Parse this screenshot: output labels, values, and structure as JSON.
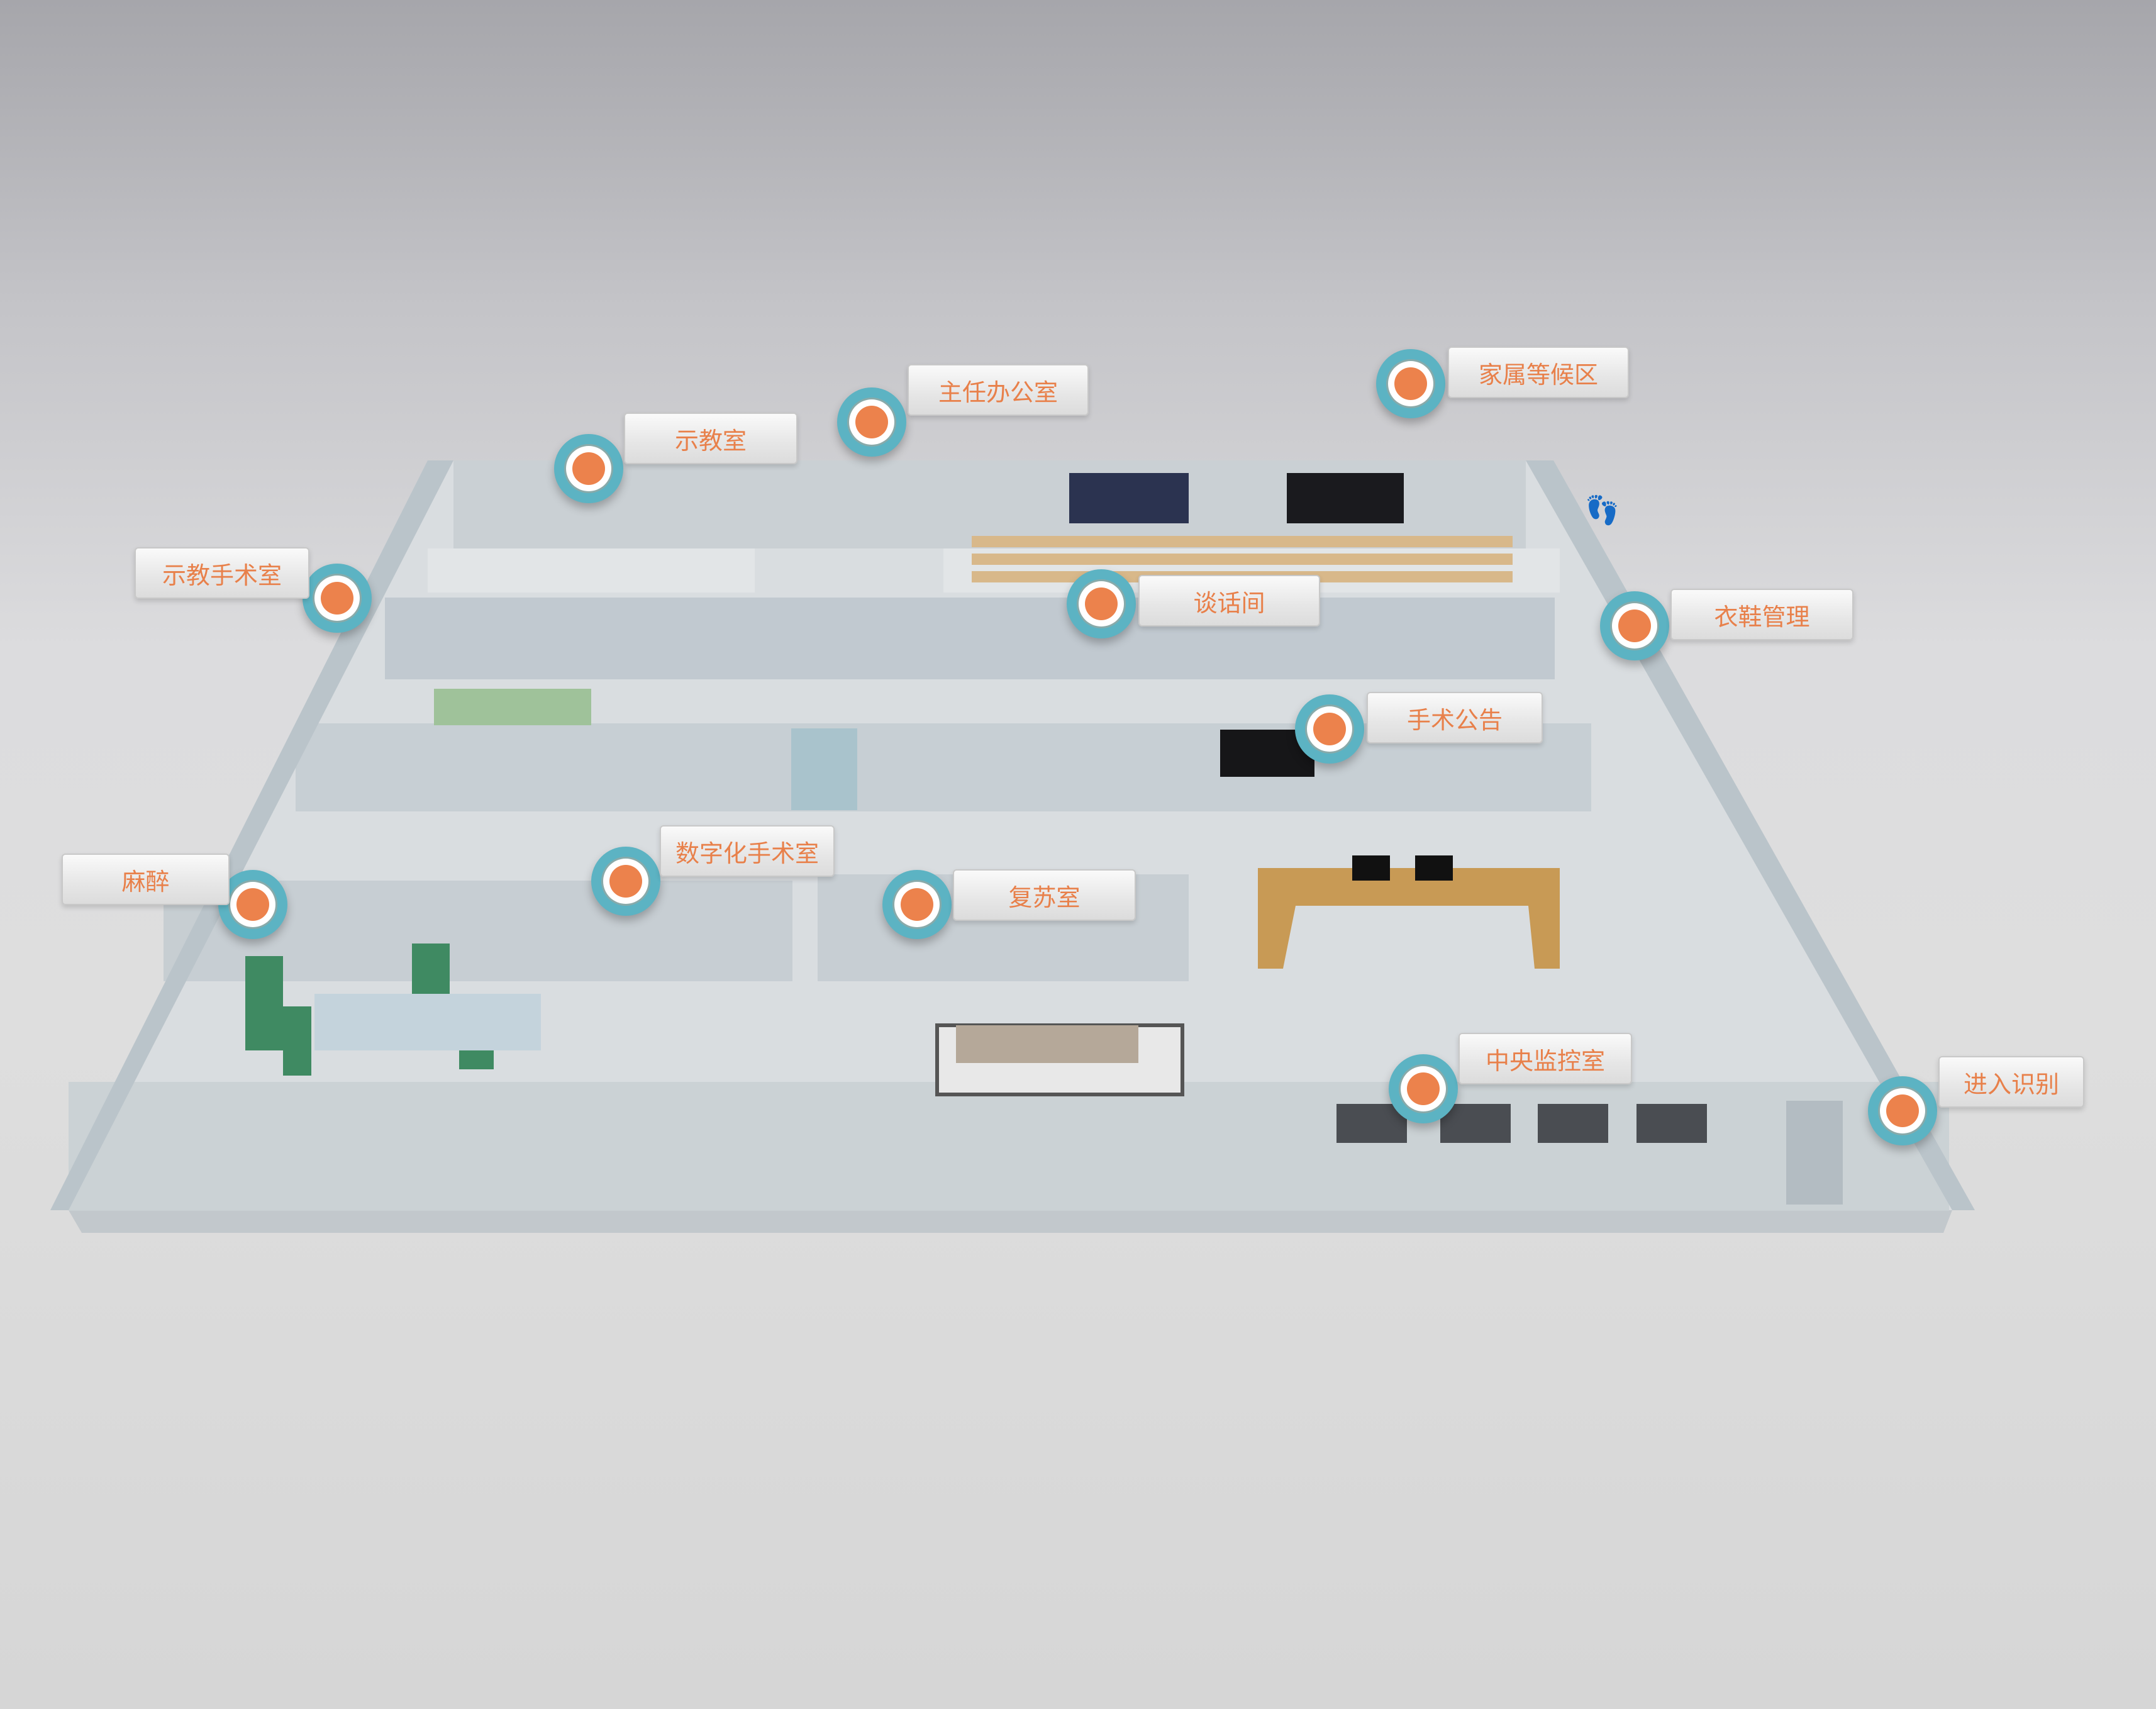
{
  "hotspots": [
    {
      "id": "demo-or",
      "label": "示教手术室"
    },
    {
      "id": "teaching-room",
      "label": "示教室"
    },
    {
      "id": "director-office",
      "label": "主任办公室"
    },
    {
      "id": "family-waiting",
      "label": "家属等候区"
    },
    {
      "id": "talk-room",
      "label": "谈话间"
    },
    {
      "id": "clothes-shoes",
      "label": "衣鞋管理"
    },
    {
      "id": "surgery-notice",
      "label": "手术公告"
    },
    {
      "id": "anesthesia",
      "label": "麻醉"
    },
    {
      "id": "digital-or",
      "label": "数字化手术室"
    },
    {
      "id": "recovery-room",
      "label": "复苏室"
    },
    {
      "id": "central-monitoring",
      "label": "中央监控室"
    },
    {
      "id": "entry-recognition",
      "label": "进入识别"
    }
  ],
  "colors": {
    "pin_ring": "#5cb3c3",
    "pin_core": "#ec824c",
    "label_text": "#e8804a"
  }
}
